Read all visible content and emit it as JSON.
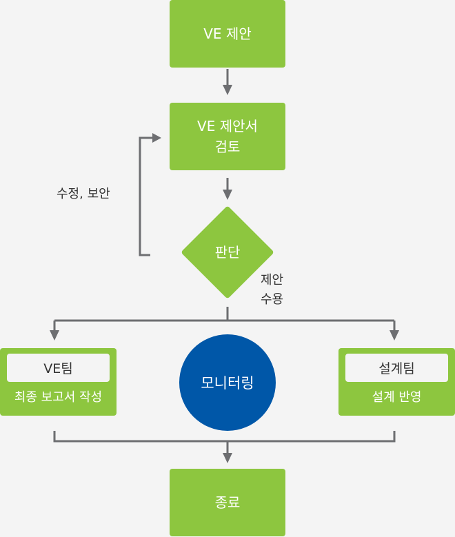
{
  "flow": {
    "propose": "VE 제안",
    "review_line1": "VE 제안서",
    "review_line2": "검토",
    "decision": "판단",
    "revise_label": "수정, 보안",
    "accept_line1": "제안",
    "accept_line2": "수용",
    "ve_team": {
      "title": "VE팀",
      "task": "최종 보고서 작성"
    },
    "monitoring": "모니터링",
    "design_team": {
      "title": "설계팀",
      "task": "설계 반영"
    },
    "end": "종료"
  },
  "colors": {
    "box_green": "#8dc63f",
    "circle_blue": "#0057a8",
    "connector_gray": "#6d6e71",
    "background": "#f4f4f4"
  }
}
